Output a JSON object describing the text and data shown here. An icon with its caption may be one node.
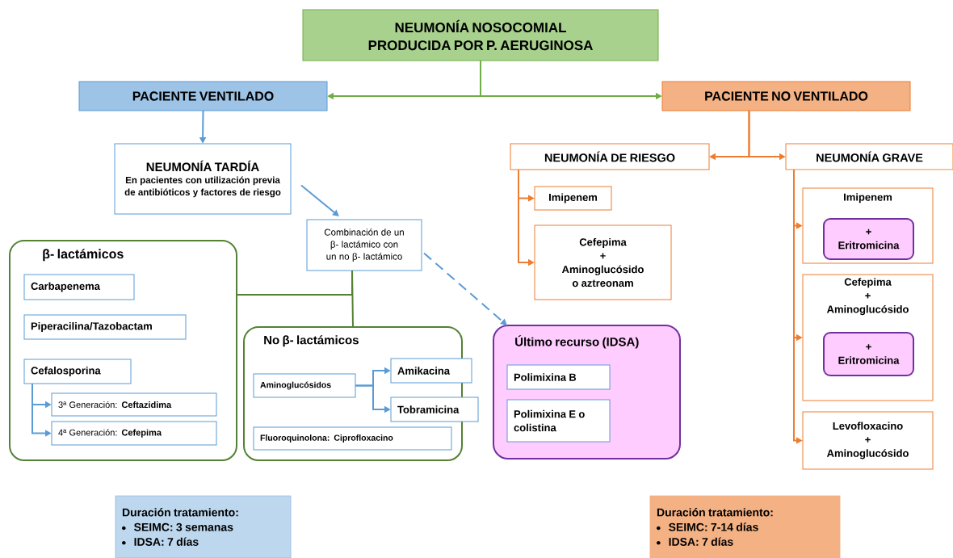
{
  "diagram": {
    "nodes": [
      {
        "text": [
          "NEUMONÍA NOSOCOMIAL PRODUCIDA POR P. AERUGINOSA"
        ]
      },
      {
        "text": [
          "PACIENTE VENTILADO"
        ]
      },
      {
        "text": [
          "PACIENTE NO VENTILADO"
        ]
      },
      {
        "text": [
          "NEUMONÍA TARDÍA",
          "En pacientes con utilización previa de antibióticos y factores de riesgo"
        ]
      },
      {
        "text": [
          "Combinación de un β- lactámico con un no β- lactámico"
        ]
      },
      {
        "text": [
          "β- lactámicos"
        ]
      },
      {
        "text": [
          "Carbapenema"
        ],
        "in": 5
      },
      {
        "text": [
          "Piperacilina/Tazobactam"
        ],
        "in": 5
      },
      {
        "text": [
          "Cefalosporina"
        ],
        "in": 5
      },
      {
        "text": [
          "3ª Generación: **Ceftazidima**"
        ],
        "in": 5
      },
      {
        "text": [
          "4ª Generación: **Cefepima**"
        ],
        "in": 5
      },
      {
        "text": [
          "No β- lactámicos"
        ]
      },
      {
        "text": [
          "Aminoglucósidos"
        ],
        "in": 11
      },
      {
        "text": [
          "Amikacina"
        ],
        "in": 11
      },
      {
        "text": [
          "Tobramicina"
        ],
        "in": 11
      },
      {
        "text": [
          "Fluoroquinolona: **Ciprofloxacino**"
        ],
        "in": 11
      },
      {
        "text": [
          "Último recurso (IDSA)"
        ]
      },
      {
        "text": [
          "Polimixina B"
        ],
        "in": 16
      },
      {
        "text": [
          "Polimixina E o colistina"
        ],
        "in": 16
      },
      {
        "text": [
          "NEUMONÍA DE RIESGO"
        ]
      },
      {
        "text": [
          "Imipenem"
        ]
      },
      {
        "text": [
          "Cefepima",
          "+",
          "Aminoglucósido o aztreonam"
        ]
      },
      {
        "text": [
          "NEUMONÍA GRAVE"
        ]
      },
      {
        "text": [
          "Imipenem"
        ]
      },
      {
        "text": [
          "+",
          "Eritromicina"
        ],
        "in": 23
      },
      {
        "text": [
          "Cefepima",
          "+",
          "Aminoglucósido"
        ]
      },
      {
        "text": [
          "+",
          "Eritromicina"
        ],
        "in": 25
      },
      {
        "text": [
          "Levofloxacino",
          "+",
          "Aminoglucósido"
        ]
      },
      {
        "text": [
          "Duración tratamiento:",
          "SEIMC: 3 semanas",
          "IDSA: 7 días"
        ]
      },
      {
        "text": [
          "Duración tratamiento:",
          "SEIMC: 7-14 días",
          "IDSA: 7 días"
        ]
      }
    ],
    "edges": [
      {
        "from": 0,
        "to": 1,
        "arrow": "to",
        "color": "#70ad47"
      },
      {
        "from": 0,
        "to": 2,
        "arrow": "to",
        "color": "#70ad47"
      },
      {
        "from": 1,
        "to": 3,
        "arrow": "to",
        "color": "#5b9bd5"
      },
      {
        "from": 3,
        "to": 4,
        "arrow": "to",
        "color": "#5b9bd5"
      },
      {
        "from": 4,
        "to": 16,
        "arrow": "to",
        "style": "dashed",
        "color": "#5b9bd5"
      },
      {
        "from": 4,
        "to": 5,
        "arrow": "none",
        "color": "#548235"
      },
      {
        "from": 4,
        "to": 11,
        "arrow": "none",
        "color": "#548235"
      },
      {
        "from": 8,
        "to": 9,
        "arrow": "to",
        "color": "#5b9bd5"
      },
      {
        "from": 8,
        "to": 10,
        "arrow": "to",
        "color": "#5b9bd5"
      },
      {
        "from": 12,
        "to": 13,
        "arrow": "to",
        "color": "#5b9bd5"
      },
      {
        "from": 12,
        "to": 14,
        "arrow": "to",
        "color": "#5b9bd5"
      },
      {
        "from": 2,
        "to": 19,
        "arrow": "to",
        "color": "#ed7d31"
      },
      {
        "from": 2,
        "to": 22,
        "arrow": "to",
        "color": "#ed7d31"
      },
      {
        "from": 19,
        "to": 20,
        "arrow": "to",
        "color": "#ed7d31"
      },
      {
        "from": 19,
        "to": 21,
        "arrow": "to",
        "color": "#ed7d31"
      },
      {
        "from": 22,
        "to": 23,
        "arrow": "to",
        "color": "#ed7d31"
      },
      {
        "from": 22,
        "to": 25,
        "arrow": "to",
        "color": "#ed7d31"
      },
      {
        "from": 22,
        "to": 27,
        "arrow": "to",
        "color": "#ed7d31"
      }
    ]
  }
}
